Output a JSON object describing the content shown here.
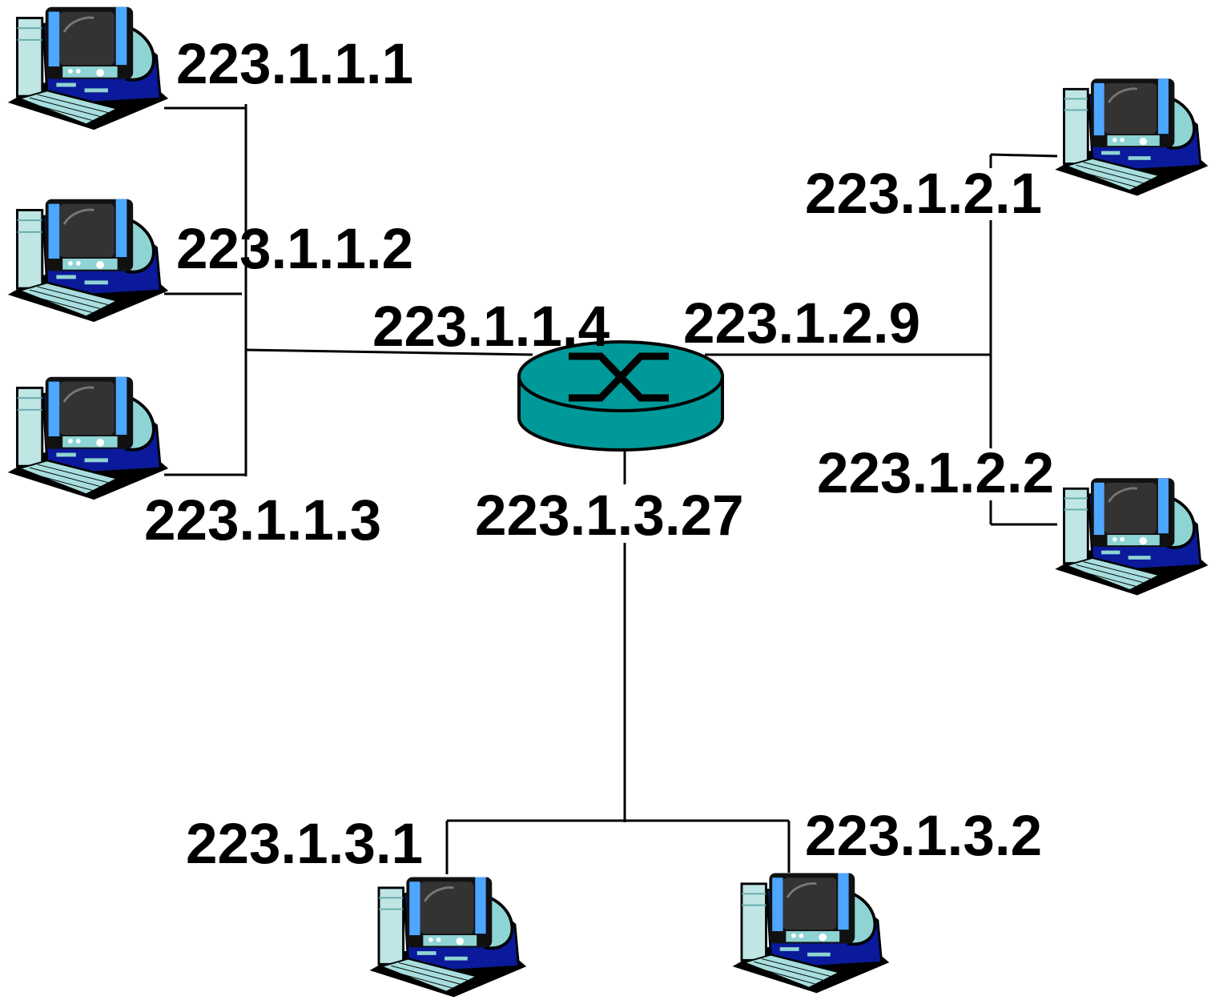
{
  "colors": {
    "router": "#009999",
    "monitor_accent": "#4da6ff",
    "base": "#0a1a9a",
    "keyboard": "#a8dede"
  },
  "subnets": {
    "subnet1": {
      "hosts": [
        "223.1.1.1",
        "223.1.1.2",
        "223.1.1.3"
      ],
      "router_interface": "223.1.1.4"
    },
    "subnet2": {
      "hosts": [
        "223.1.2.1",
        "223.1.2.2"
      ],
      "router_interface": "223.1.2.9"
    },
    "subnet3": {
      "hosts": [
        "223.1.3.1",
        "223.1.3.2"
      ],
      "router_interface": "223.1.3.27"
    }
  },
  "icons": {
    "host": "computer-icon",
    "router": "router-icon"
  }
}
